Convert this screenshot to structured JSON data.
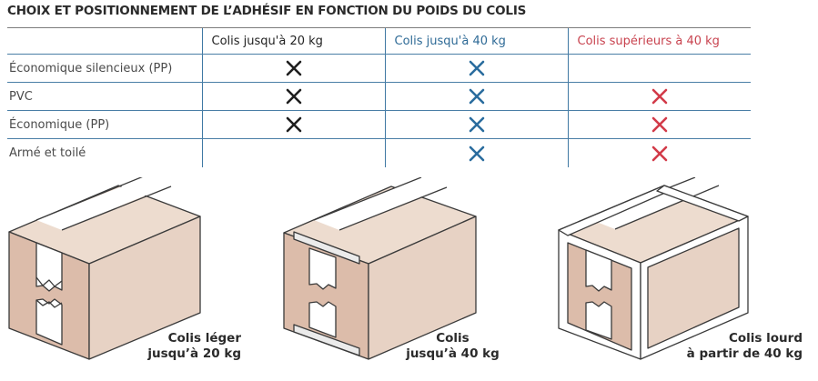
{
  "title": "CHOIX ET POSITIONNEMENT DE L’ADHÉSIF EN FONCTION DU POIDS DU COLIS",
  "table": {
    "columns": [
      {
        "label": "",
        "color": "#222222"
      },
      {
        "label": "Colis jusqu'à 20 kg",
        "color": "#222222"
      },
      {
        "label": "Colis jusqu'à 40 kg",
        "color": "#2e6a96"
      },
      {
        "label": "Colis supérieurs à 40 kg",
        "color": "#c8424e"
      }
    ],
    "rows": [
      {
        "label": "Économique silencieux (PP)",
        "marks": [
          true,
          true,
          false
        ]
      },
      {
        "label": "PVC",
        "marks": [
          true,
          true,
          true
        ]
      },
      {
        "label": "Économique (PP)",
        "marks": [
          true,
          true,
          true
        ]
      },
      {
        "label": "Armé et toilé",
        "marks": [
          false,
          true,
          true
        ]
      }
    ],
    "mark_icon": "cross-icon",
    "mark_colors": [
      "#1e1e1e",
      "#2a6c9e",
      "#d23a48"
    ]
  },
  "illustrations": [
    {
      "caption_line1": "Colis léger",
      "caption_line2": "jusqu’à 20 kg",
      "icon": "light-box-icon"
    },
    {
      "caption_line1": "Colis",
      "caption_line2": "jusqu’à 40 kg",
      "icon": "medium-box-icon"
    },
    {
      "caption_line1": "Colis lourd",
      "caption_line2": "à partir de 40 kg",
      "icon": "heavy-box-icon"
    }
  ],
  "colors": {
    "cardboard_front": "#dcbcaa",
    "cardboard_side": "#e7d2c4",
    "cardboard_top": "#eddccf",
    "tape": "#ffffff",
    "outline": "#3a3a3a",
    "grid_line": "#4a7ea6"
  }
}
